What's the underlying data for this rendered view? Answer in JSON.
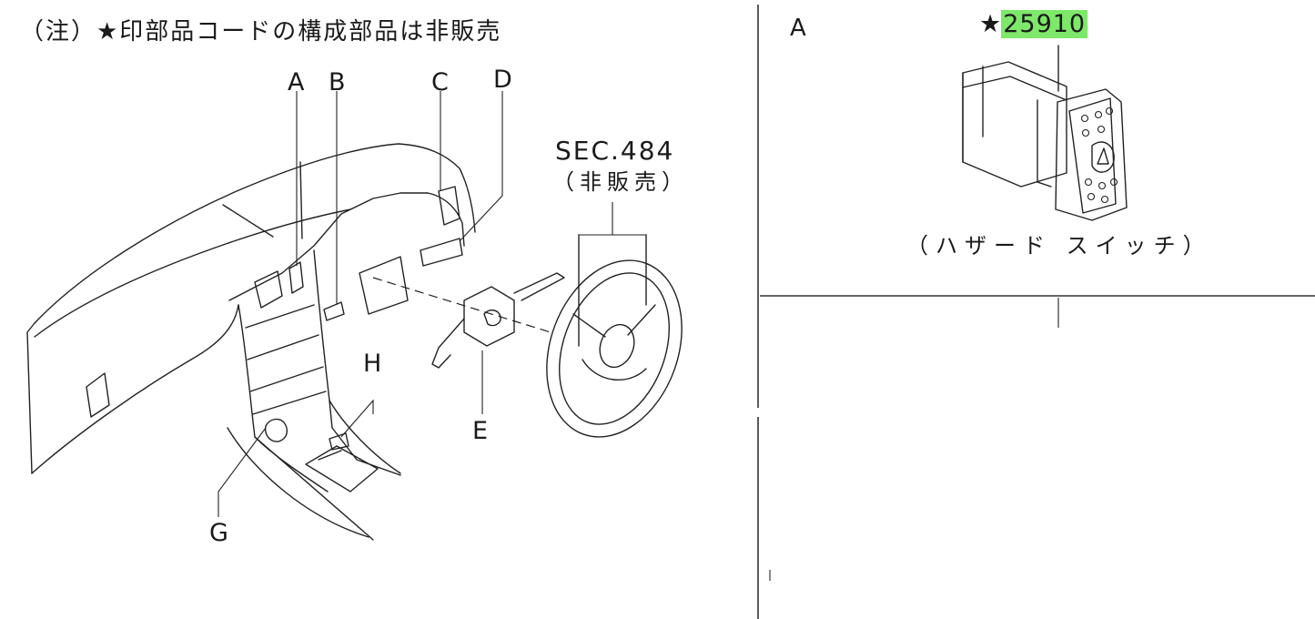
{
  "note": "（注）★印部品コードの構成部品は非販売",
  "callouts": {
    "a": "A",
    "b": "B",
    "c": "C",
    "d": "D",
    "e": "E",
    "g": "G",
    "h": "H"
  },
  "section_ref": {
    "label": "SEC.484",
    "sub": "（非販売）"
  },
  "detail_panel": {
    "id": "A",
    "star": "★",
    "part_number": "25910",
    "part_name": "（ハザード スイッチ）",
    "highlight_color": "#7ee86a"
  }
}
